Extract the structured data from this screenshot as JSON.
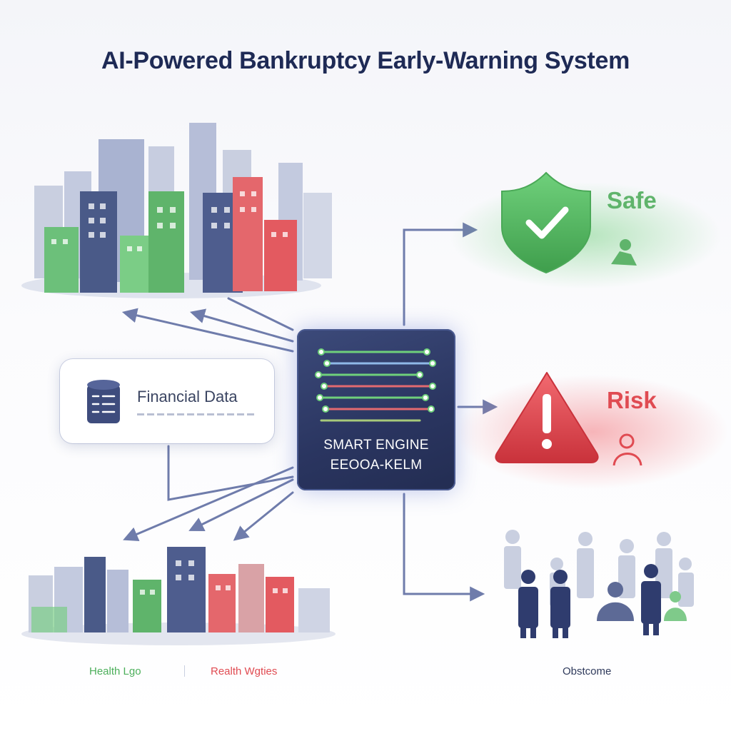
{
  "header": {
    "title": "AI-Powered Bankruptcy Early-Warning System"
  },
  "input_card": {
    "label": "Financial Data",
    "icon": "database-icon"
  },
  "engine": {
    "line1": "SMART ENGINE",
    "line2": "EEOOA-KELM",
    "icon": "circuit-icon"
  },
  "outcomes": {
    "safe": {
      "label": "Safe",
      "color": "#5fb46b",
      "icon": "shield-check-icon"
    },
    "risk": {
      "label": "Risk",
      "color": "#e04b52",
      "icon": "warning-triangle-icon"
    }
  },
  "bottom_labels": {
    "healthy": {
      "text": "Health Lgo",
      "color": "#4caf5b"
    },
    "unhealthy": {
      "text": "Realth Wgties",
      "color": "#e04b52"
    },
    "outcome": {
      "text": "Obstcome",
      "color": "#2f3a5c"
    }
  },
  "colors": {
    "navy": "#2a3560",
    "green": "#5fb46b",
    "red": "#e04b52",
    "arrow": "#6f7cab"
  }
}
